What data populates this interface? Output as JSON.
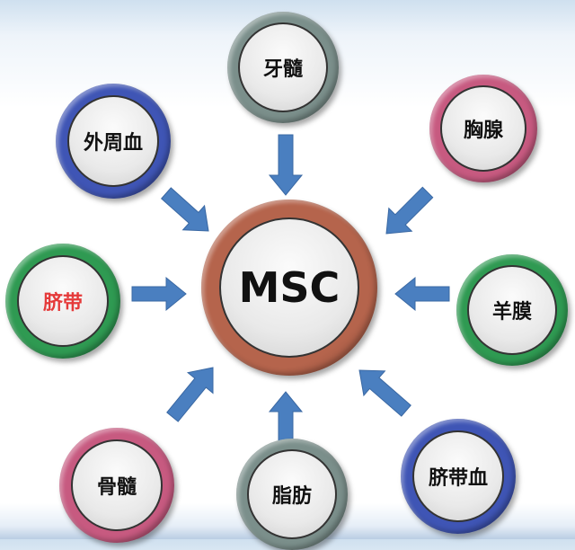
{
  "center": {
    "label": "MSC",
    "ring_color": "#b5644c"
  },
  "sources": [
    {
      "label": "牙髓",
      "ring_color": "#7b8f8b",
      "text_color": "#111111"
    },
    {
      "label": "外周血",
      "ring_color": "#3f55b5",
      "text_color": "#111111"
    },
    {
      "label": "胸腺",
      "ring_color": "#c75a80",
      "text_color": "#111111"
    },
    {
      "label": "脐带",
      "ring_color": "#2f9a52",
      "text_color": "#e53a3a"
    },
    {
      "label": "羊膜",
      "ring_color": "#2f9a52",
      "text_color": "#111111"
    },
    {
      "label": "骨髓",
      "ring_color": "#c75a80",
      "text_color": "#111111"
    },
    {
      "label": "脂肪",
      "ring_color": "#7b8f8b",
      "text_color": "#111111"
    },
    {
      "label": "脐带血",
      "ring_color": "#3f55b5",
      "text_color": "#111111"
    }
  ],
  "arrow_color": "#4a7fc0"
}
